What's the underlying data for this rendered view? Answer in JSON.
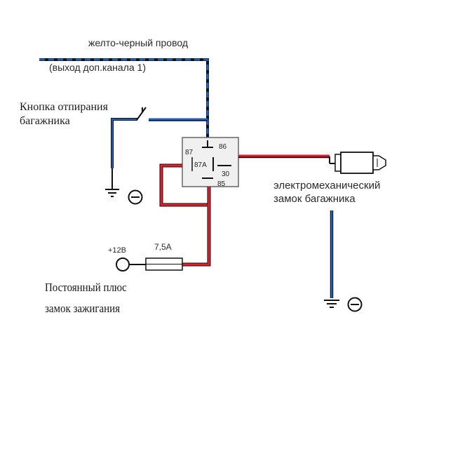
{
  "labels": {
    "wire_yb": "желто-черный провод",
    "aux_out": "(выход доп.канала 1)",
    "button_l1": "Кнопка отпирания",
    "button_l2": "багажника",
    "lock_l1": "электромеханический",
    "lock_l2": "замок багажника",
    "plus12": "+12В",
    "fuse": "7,5А",
    "const_l1": "Постоянный плюс",
    "const_l2": "замок зажигания"
  },
  "relay_pins": {
    "p87": "87",
    "p87a": "87А",
    "p86": "86",
    "p30": "30",
    "p85": "85"
  },
  "colors": {
    "red_wire": "#e0202a",
    "blue_wire": "#1f5fbf",
    "black_wire": "#111111",
    "relay_body": "#f0f0f0"
  }
}
